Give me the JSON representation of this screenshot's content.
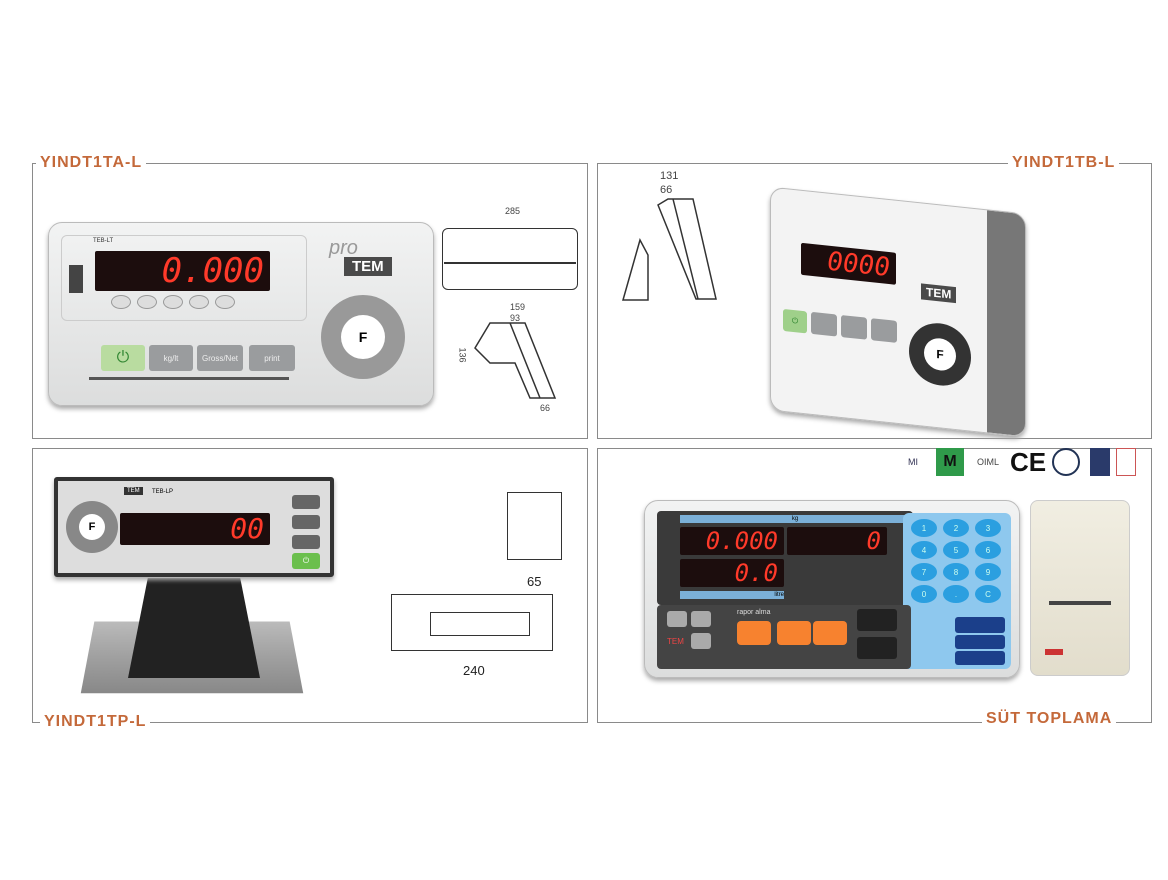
{
  "sections": [
    {
      "title": "YINDT1TA-L",
      "display": "0.000",
      "model": "TEB-LT",
      "brand_top": "pro",
      "brand": "TEM",
      "keys": [
        "Gross/Net",
        "print"
      ],
      "nav": "F",
      "dims": [
        "285",
        "159",
        "93",
        "136",
        "66"
      ]
    },
    {
      "title": "YINDT1TB-L",
      "display": "0000",
      "brand": "TEM",
      "nav": "F",
      "dims": [
        "131",
        "66"
      ]
    },
    {
      "title": "YINDT1TP-L",
      "display": "00",
      "model": "TEB-LP",
      "brand": "TEM",
      "nav": "F",
      "dims": [
        "65",
        "240"
      ]
    },
    {
      "title": "SÜT TOPLAMA",
      "display_main": "0.000",
      "display_right": "0",
      "display_second": "0.0",
      "label_kg": "kg",
      "label_lt": "litre",
      "label_report": "rapor alma",
      "brand": "TEM",
      "numpad": [
        "1",
        "2",
        "3",
        "4",
        "5",
        "6",
        "7",
        "8",
        "9",
        "0",
        ".",
        "C"
      ],
      "certs": [
        "MI",
        "M",
        "OIML",
        "CE"
      ]
    }
  ]
}
